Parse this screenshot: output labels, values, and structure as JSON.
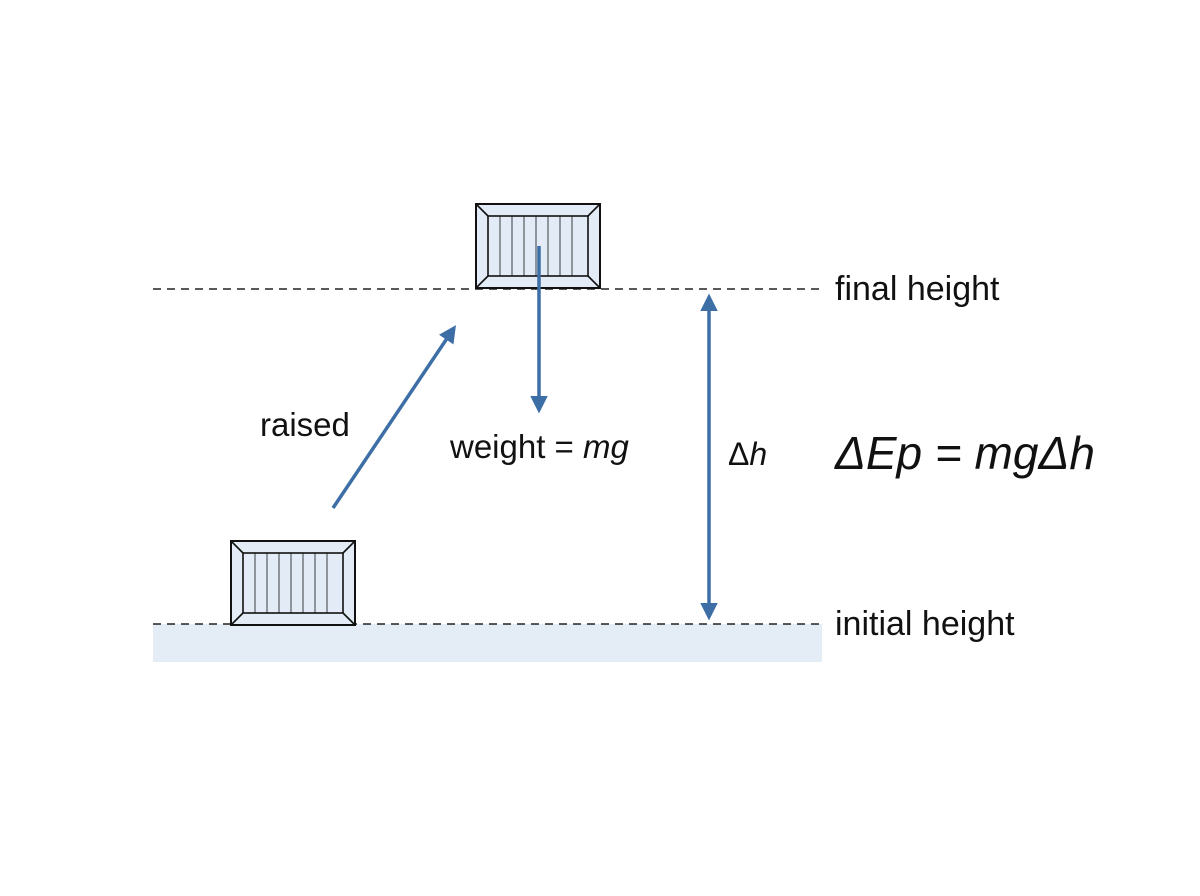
{
  "colors": {
    "arrow": "#3d6fa6",
    "ground": "#e4ecf5",
    "box_fill": "#e3ecf6",
    "box_stroke": "#111111",
    "dashed_line": "#222222",
    "text": "#111111"
  },
  "labels": {
    "final_height": "final height",
    "initial_height": "initial height",
    "raised": "raised",
    "weight_prefix": "weight = ",
    "weight_symbol": "mg",
    "delta_symbol": "Δ",
    "h_symbol": "h",
    "equation": "ΔEp = mgΔh"
  },
  "icons": {
    "box": "crate-icon",
    "arrow": "arrow-icon"
  }
}
